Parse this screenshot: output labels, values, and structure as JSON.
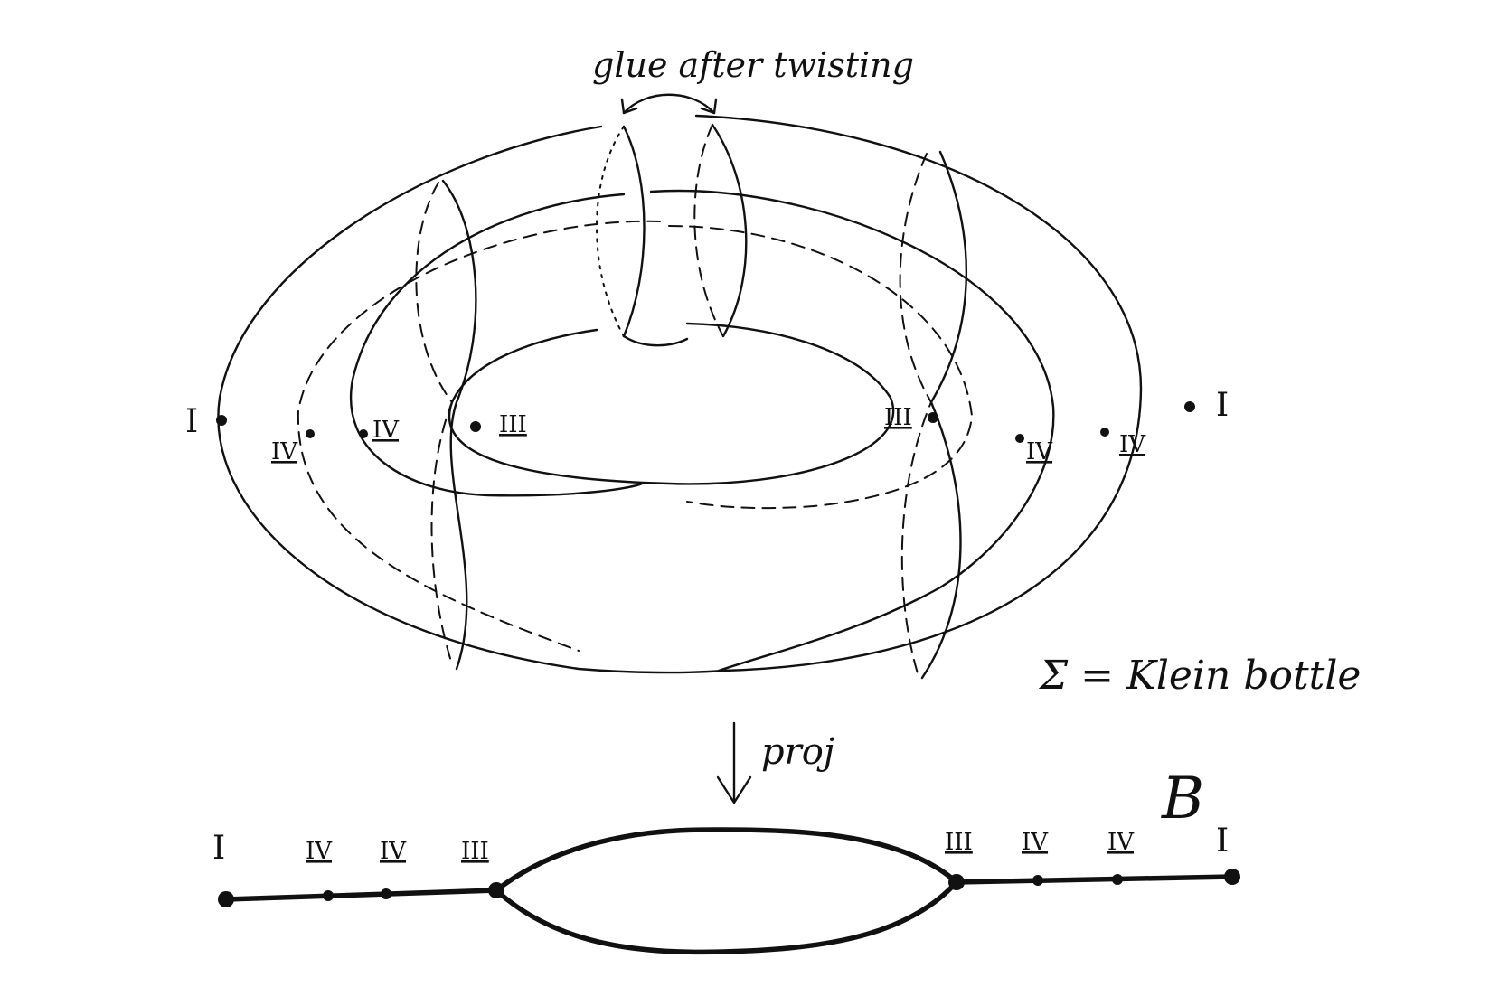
{
  "top": {
    "caption": "glue after twisting",
    "surface_label": "Σ = Klein bottle",
    "points": {
      "outer_left": "I",
      "outer_right": "I",
      "mid_left_a": "IV",
      "mid_left_b": "IV",
      "inner_left": "III",
      "inner_right": "III",
      "mid_right_a": "IV",
      "mid_right_b": "IV"
    }
  },
  "projection": {
    "label": "proj"
  },
  "bottom": {
    "base_label": "B",
    "labels": [
      "I",
      "IV",
      "IV",
      "III",
      "III",
      "IV",
      "IV",
      "I"
    ]
  }
}
